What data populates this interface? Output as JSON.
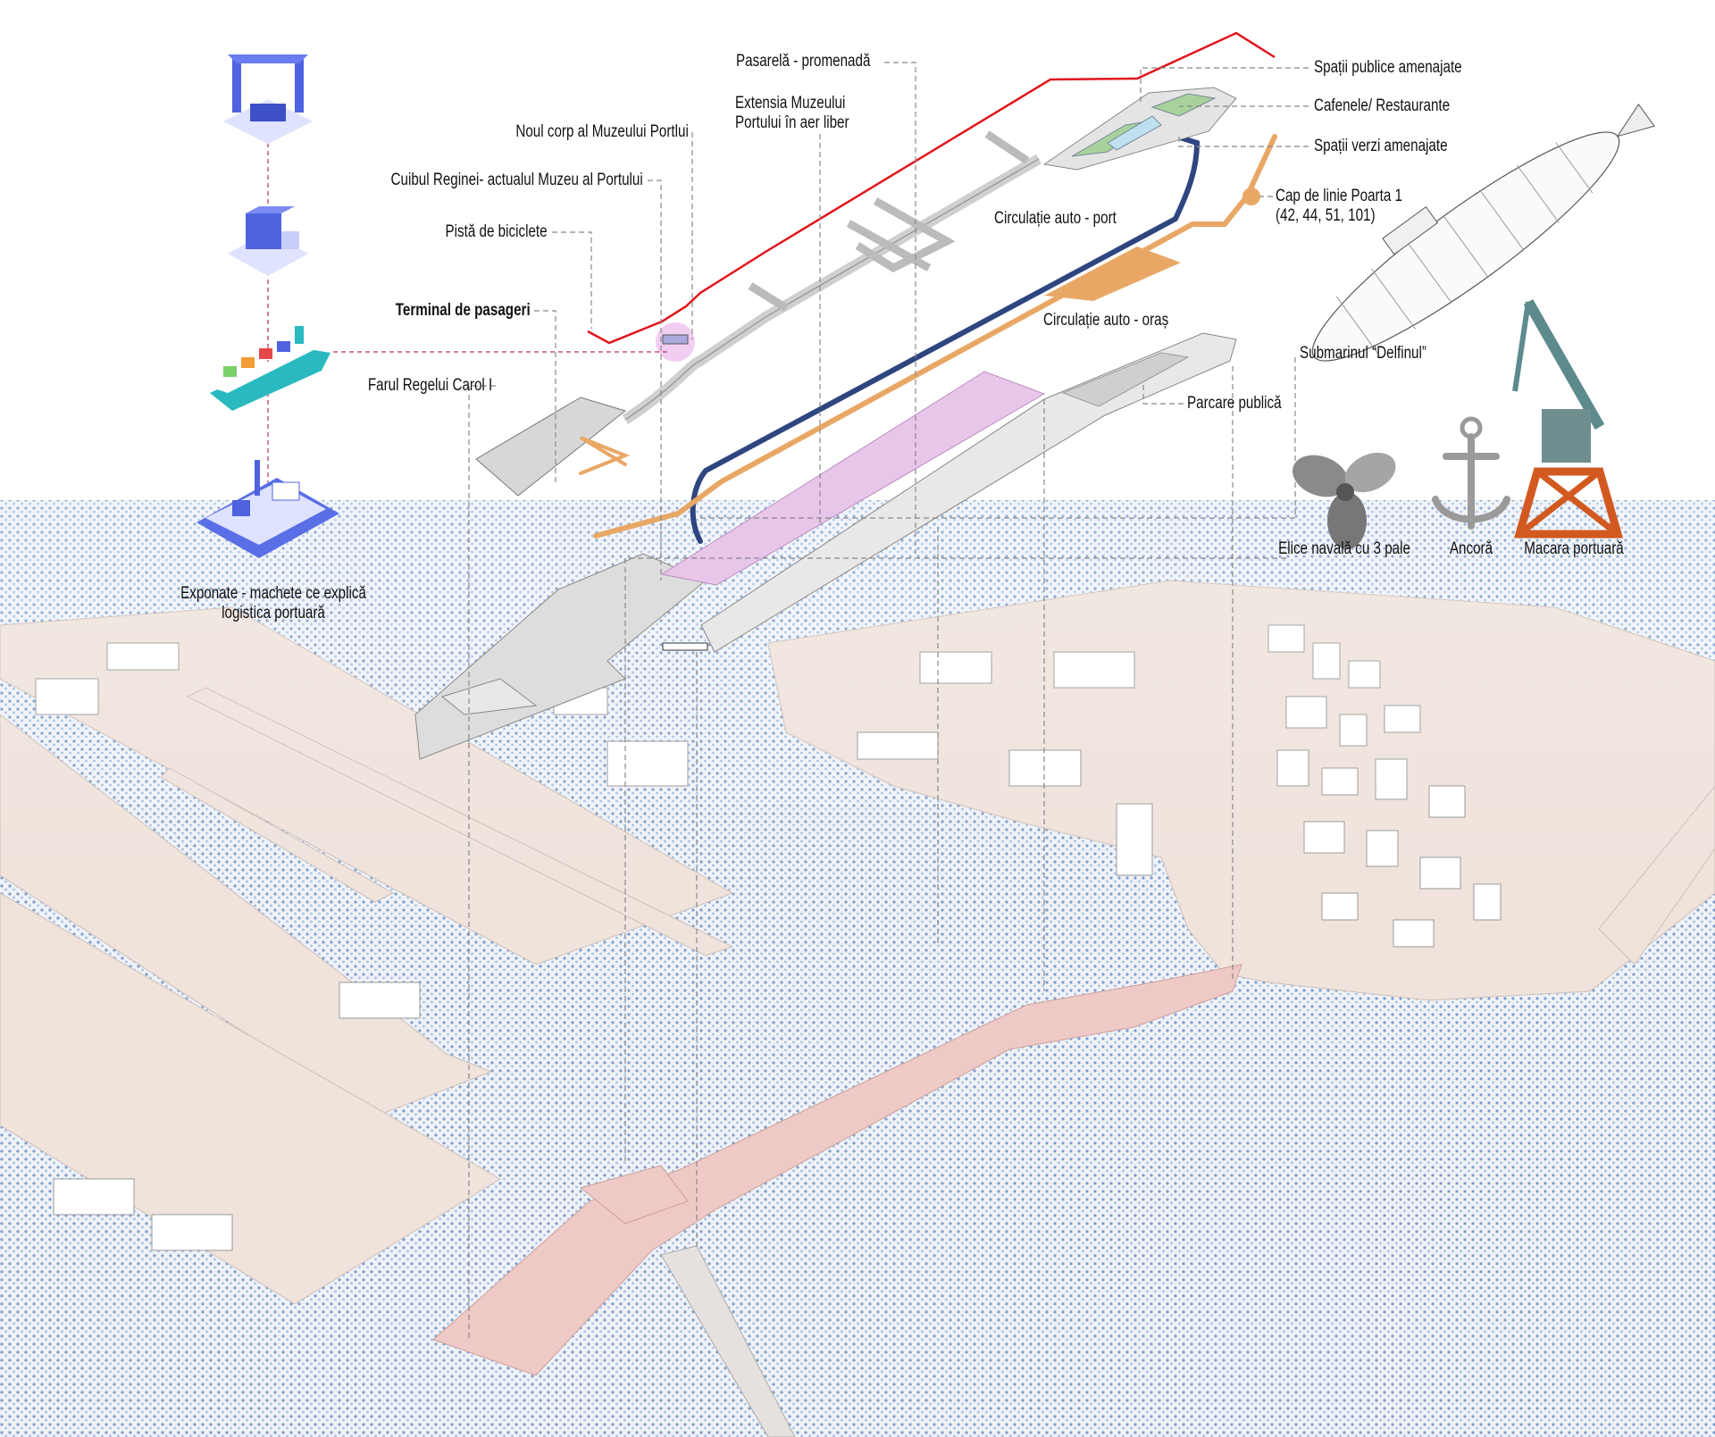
{
  "labels": {
    "pasarela": "Pasarelă - promenadă",
    "extensia_1": "Extensia Muzeului",
    "extensia_2": "Portului în aer liber",
    "noul_corp": "Noul corp al Muzeului Portlui",
    "cuibul": "Cuibul Reginei- actualul Muzeu al Portului",
    "pista": "Pistă de biciclete",
    "terminal": "Terminal de pasageri",
    "farul": "Farul Regelui Carol I",
    "spatii_publice": "Spații publice amenajate",
    "cafenele": "Cafenele/ Restaurante",
    "spatii_verzi": "Spații verzi amenajate",
    "cap_linie_1": "Cap de linie Poarta 1",
    "cap_linie_2": "(42, 44, 51, 101)",
    "auto_port": "Circulație auto - port",
    "auto_oras": "Circulație auto - oraș",
    "submarin": "Submarinul “Delfinul”",
    "parcare": "Parcare publică",
    "elice": "Elice navală cu 3 pale",
    "ancora": "Ancoră",
    "macara": "Macara portuară",
    "exponate_1": "Exponate - machete ce explică",
    "exponate_2": "logistica portuară"
  },
  "colors": {
    "promenade_red": "#e0151b",
    "port_traffic_blue": "#2f4580",
    "city_traffic_orange": "#e9a765",
    "museum_pink": "#e8c6ea",
    "pier_pink": "#efc9c6",
    "land_beige": "#efe3dc",
    "water_blue": "#7d9cc8",
    "model_blue": "#4f63e0"
  },
  "icons": [
    "container-crane-model-icon",
    "warehouse-model-icon",
    "container-ship-model-icon",
    "port-terminal-model-icon",
    "submarine-icon",
    "propeller-icon",
    "anchor-icon",
    "port-crane-icon"
  ]
}
